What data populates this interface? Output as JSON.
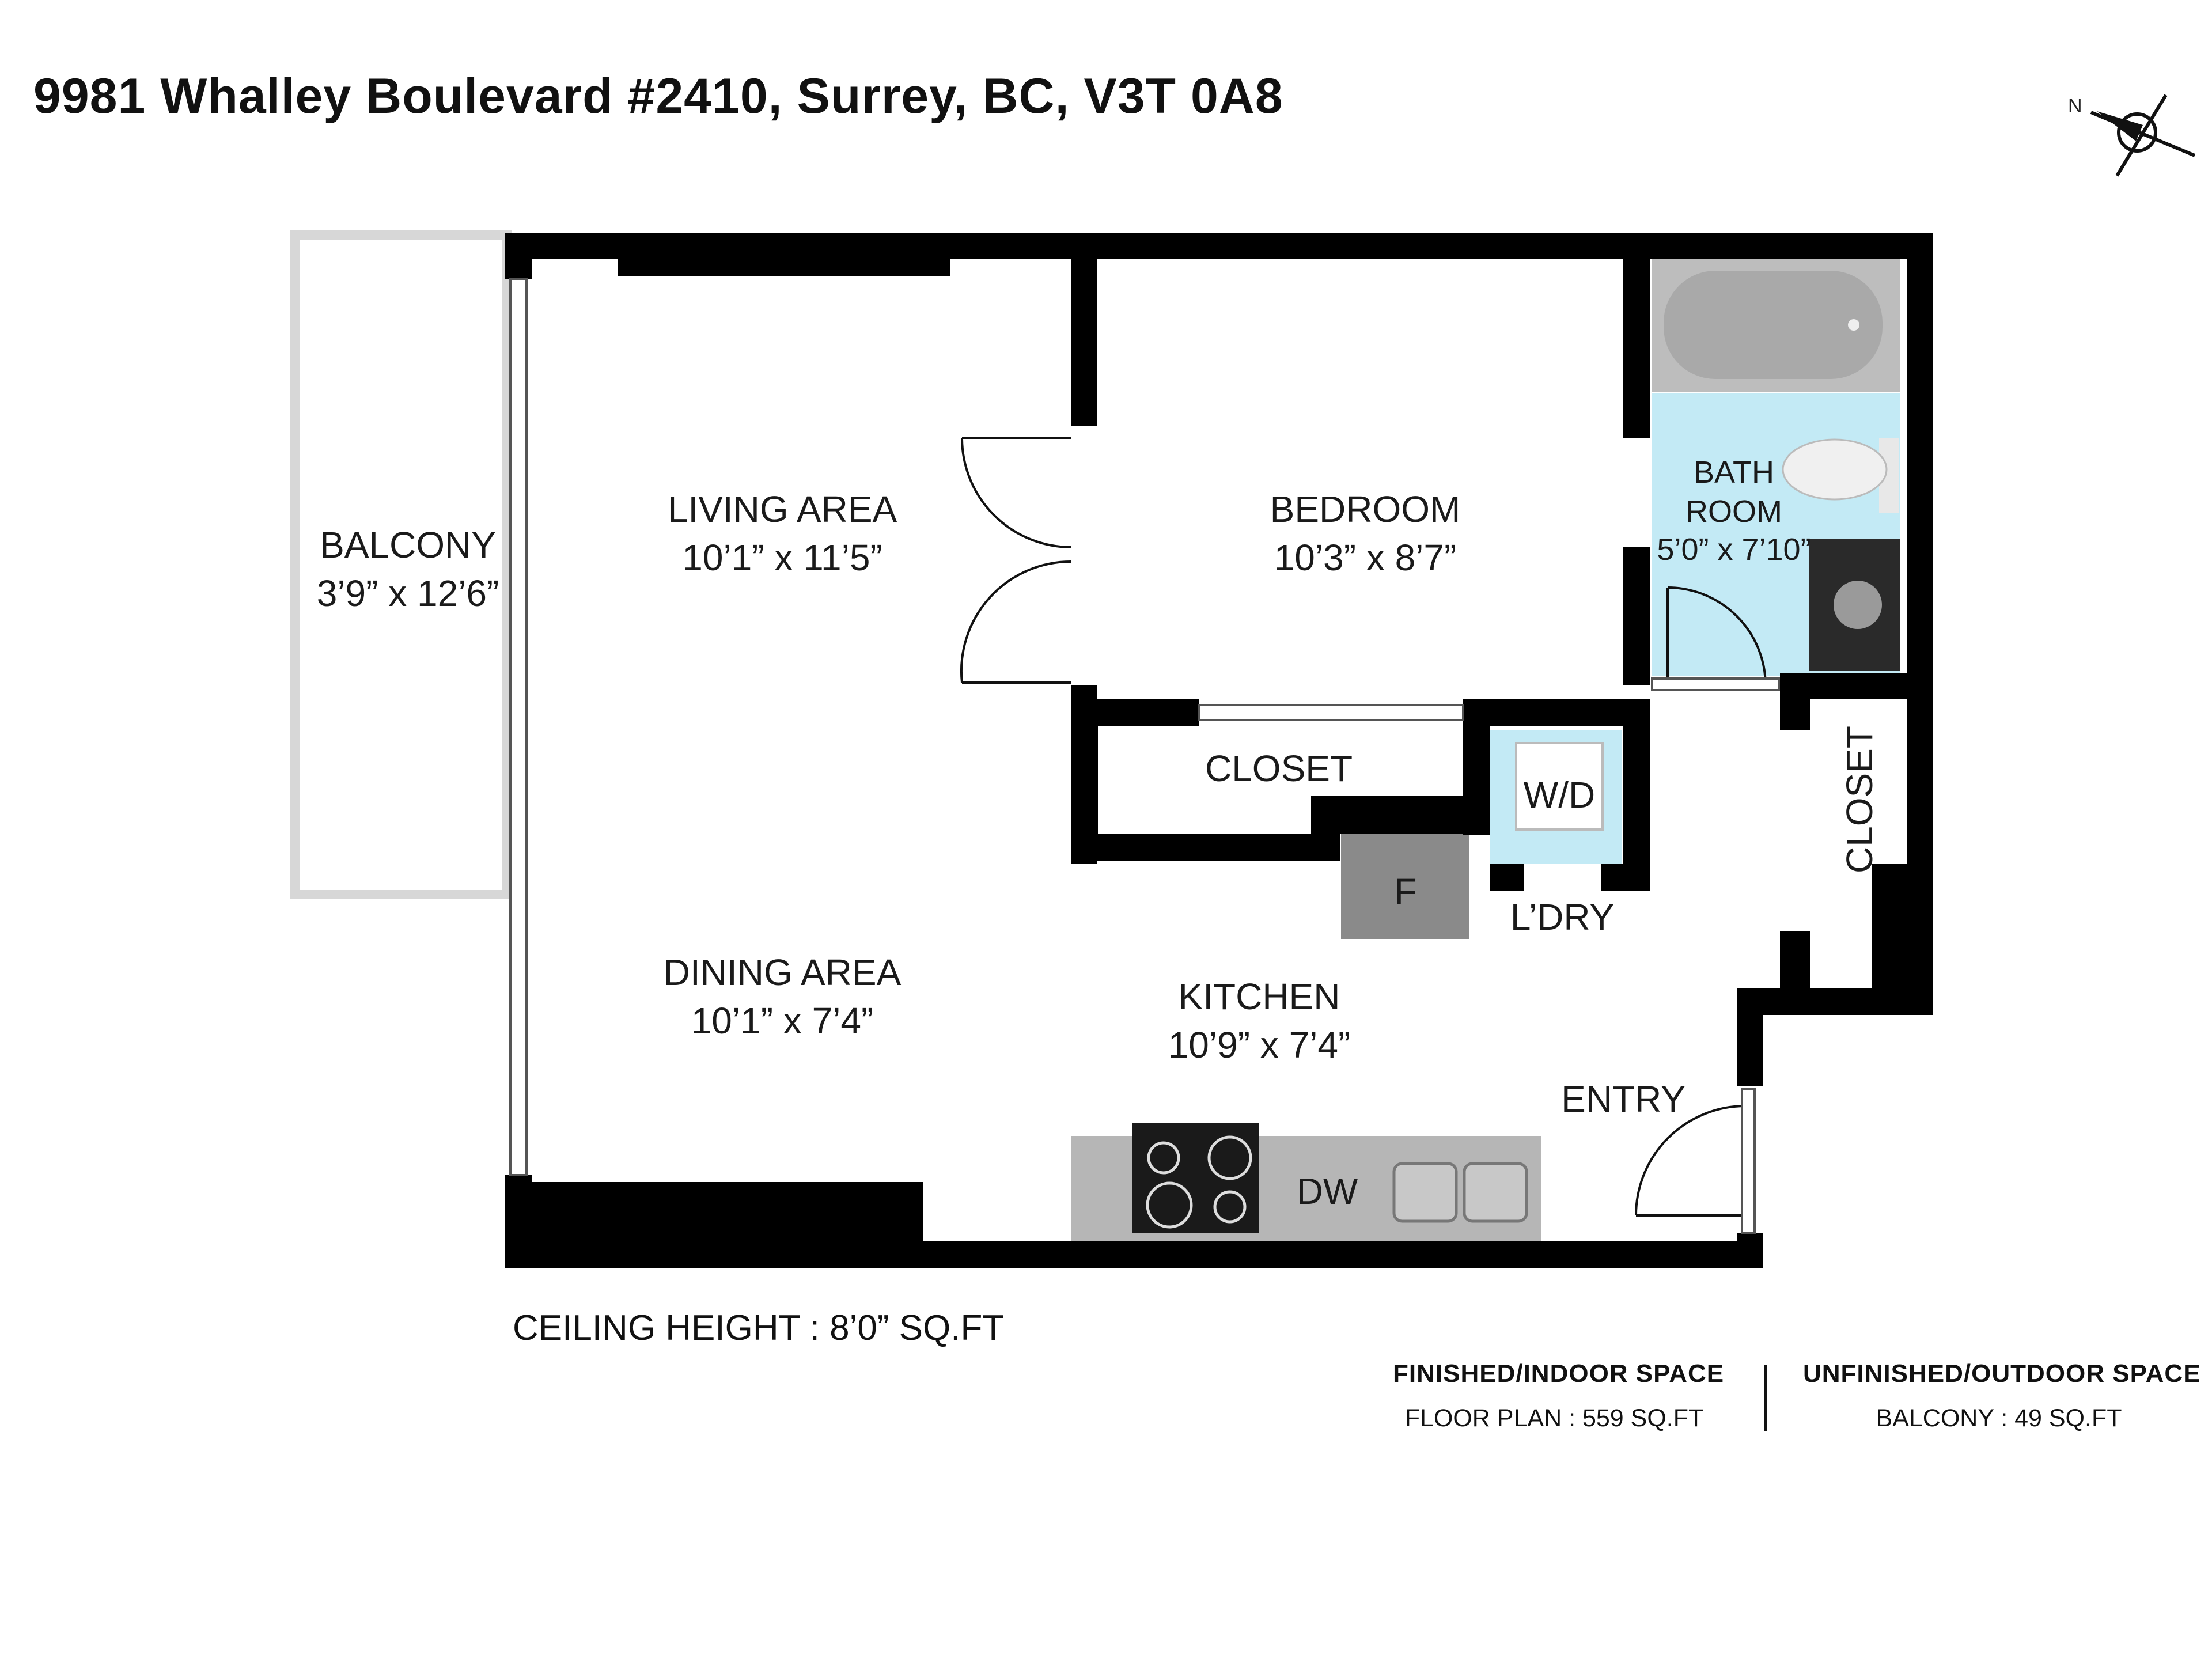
{
  "title": "9981 Whalley Boulevard #2410, Surrey, BC, V3T 0A8",
  "compass": {
    "label": "N"
  },
  "rooms": {
    "balcony": {
      "name": "BALCONY",
      "size": "3’9” x 12’6”"
    },
    "living": {
      "name": "LIVING AREA",
      "size": "10’1” x 11’5”"
    },
    "bedroom": {
      "name": "BEDROOM",
      "size": "10’3” x 8’7”"
    },
    "bath": {
      "name1": "BATH",
      "name2": "ROOM",
      "size": "5’0” x 7’10”"
    },
    "closet1": {
      "name": "CLOSET"
    },
    "closet2": {
      "name": "CLOSET"
    },
    "wd": {
      "name": "W/D"
    },
    "fridge": {
      "name": "F"
    },
    "laundry": {
      "name": "L’DRY"
    },
    "dining": {
      "name": "DINING AREA",
      "size": "10’1” x 7’4”"
    },
    "kitchen": {
      "name": "KITCHEN",
      "size": "10’9” x 7’4”"
    },
    "entry": {
      "name": "ENTRY"
    },
    "dw": {
      "name": "DW"
    }
  },
  "ceiling": "CEILING HEIGHT : 8’0” SQ.FT",
  "legend": {
    "finished_title": "FINISHED/INDOOR SPACE",
    "finished_value": "FLOOR PLAN  :  559 SQ.FT",
    "unfinished_title": "UNFINISHED/OUTDOOR SPACE",
    "unfinished_value": "BALCONY  :  49 SQ.FT"
  },
  "colors": {
    "wall": "#000000",
    "bath_floor": "#c3eaf5",
    "fixture": "#b3b3b3",
    "fridge": "#8a8a8a"
  }
}
